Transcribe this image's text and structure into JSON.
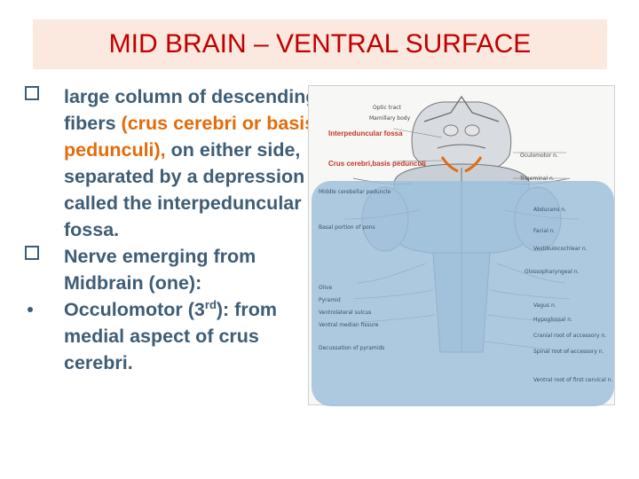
{
  "slide": {
    "title": "MID BRAIN – VENTRAL SURFACE",
    "bullets": [
      {
        "marker": "q-box",
        "parts": [
          {
            "text": "large column of descending fibers ",
            "accent": false
          },
          {
            "text": "(crus cerebri or basis pedunculi),",
            "accent": true
          },
          {
            "text": " on either side, separated by a depression called the interpeduncular fossa.",
            "accent": false
          }
        ]
      },
      {
        "marker": "q-box",
        "parts": [
          {
            "text": "Nerve emerging from Midbrain (one):",
            "accent": false
          }
        ]
      },
      {
        "marker": "dot",
        "parts": [
          {
            "text": "Occulomotor (3",
            "accent": false
          },
          {
            "text": "rd",
            "accent": false,
            "sup": true
          },
          {
            "text": "): from medial aspect of crus cerebri.",
            "accent": false
          }
        ]
      }
    ]
  },
  "figure": {
    "red_labels": {
      "interpeduncular": "Interpeduncular fossa",
      "crus": "Crus cerebri,basis pedunculi"
    },
    "labels_left": [
      "Optic tract",
      "Mamillary body",
      "Middle cerebellar peduncle",
      "Basal portion of pons",
      "Olive",
      "Pyramid",
      "Ventrolateral sulcus",
      "Ventral median fissure",
      "Decussation of pyramids"
    ],
    "labels_right": [
      "Oculomotor n.",
      "Trigeminal n.",
      "Abducens n.",
      "Facial n.",
      "Vestibulocochlear n.",
      "Glossopharyngeal n.",
      "Vagus n.",
      "Hypoglossal n.",
      "Cranial root of accessory n.",
      "Spinal root of accessory n.",
      "Ventral root of first cervical n."
    ],
    "colors": {
      "accent": "#e36c0a",
      "overlay": "#9bbedc",
      "title_bg": "#fbe9df",
      "title_text": "#c00000",
      "text": "#3e5d76"
    }
  }
}
